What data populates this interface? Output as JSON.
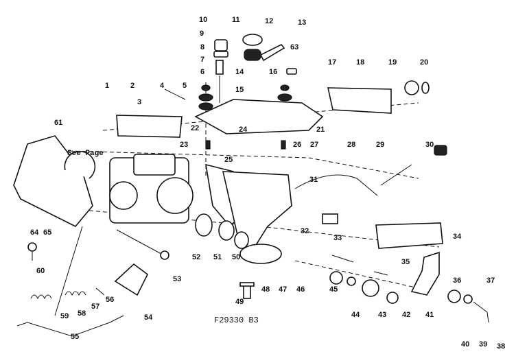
{
  "diagram": {
    "figure_id": "F29330 B3",
    "note": "See Page",
    "labels": [
      "1",
      "2",
      "3",
      "4",
      "5",
      "6",
      "7",
      "8",
      "9",
      "10",
      "11",
      "12",
      "13",
      "14",
      "15",
      "16",
      "17",
      "18",
      "19",
      "20",
      "21",
      "22",
      "23",
      "24",
      "25",
      "26",
      "27",
      "28",
      "29",
      "30",
      "31",
      "32",
      "33",
      "34",
      "35",
      "36",
      "37",
      "38",
      "39",
      "40",
      "41",
      "42",
      "43",
      "44",
      "45",
      "46",
      "47",
      "48",
      "49",
      "50",
      "51",
      "52",
      "53",
      "54",
      "55",
      "56",
      "57",
      "58",
      "59",
      "60",
      "61",
      "63",
      "64",
      "65"
    ]
  }
}
